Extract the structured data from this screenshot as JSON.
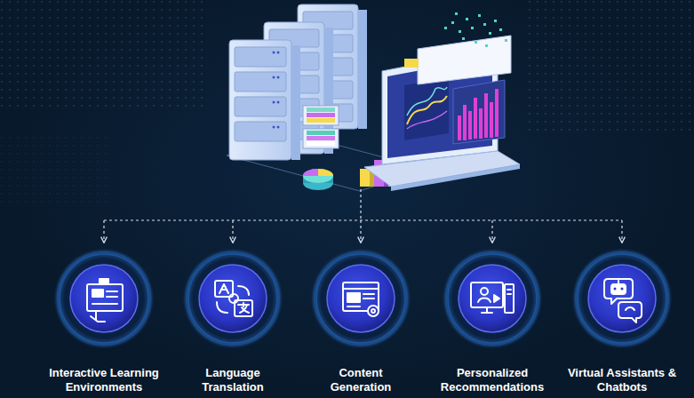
{
  "diagram": {
    "nodes": [
      {
        "text": [
          "Interactive Learning Environments"
        ]
      },
      {
        "text": [
          "Language Translation"
        ]
      },
      {
        "text": [
          "Content Generation"
        ]
      },
      {
        "text": [
          "Personalized Recommendations"
        ]
      },
      {
        "text": [
          "Virtual Assistants & Chatbots"
        ]
      }
    ]
  }
}
